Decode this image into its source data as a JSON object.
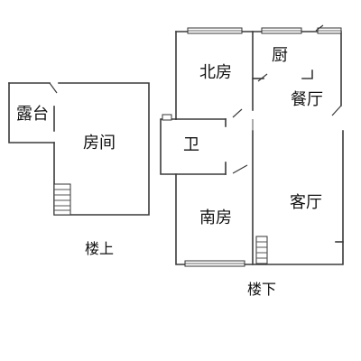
{
  "upstairs": {
    "floor_label": "楼上",
    "rooms": {
      "terrace": "露台",
      "room": "房间"
    }
  },
  "downstairs": {
    "floor_label": "楼下",
    "rooms": {
      "north_bedroom": "北房",
      "kitchen": "厨",
      "dining": "餐厅",
      "bathroom": "卫",
      "south_bedroom": "南房",
      "living": "客厅"
    }
  },
  "colors": {
    "wall": "#3a3a3a",
    "background": "#ffffff"
  }
}
